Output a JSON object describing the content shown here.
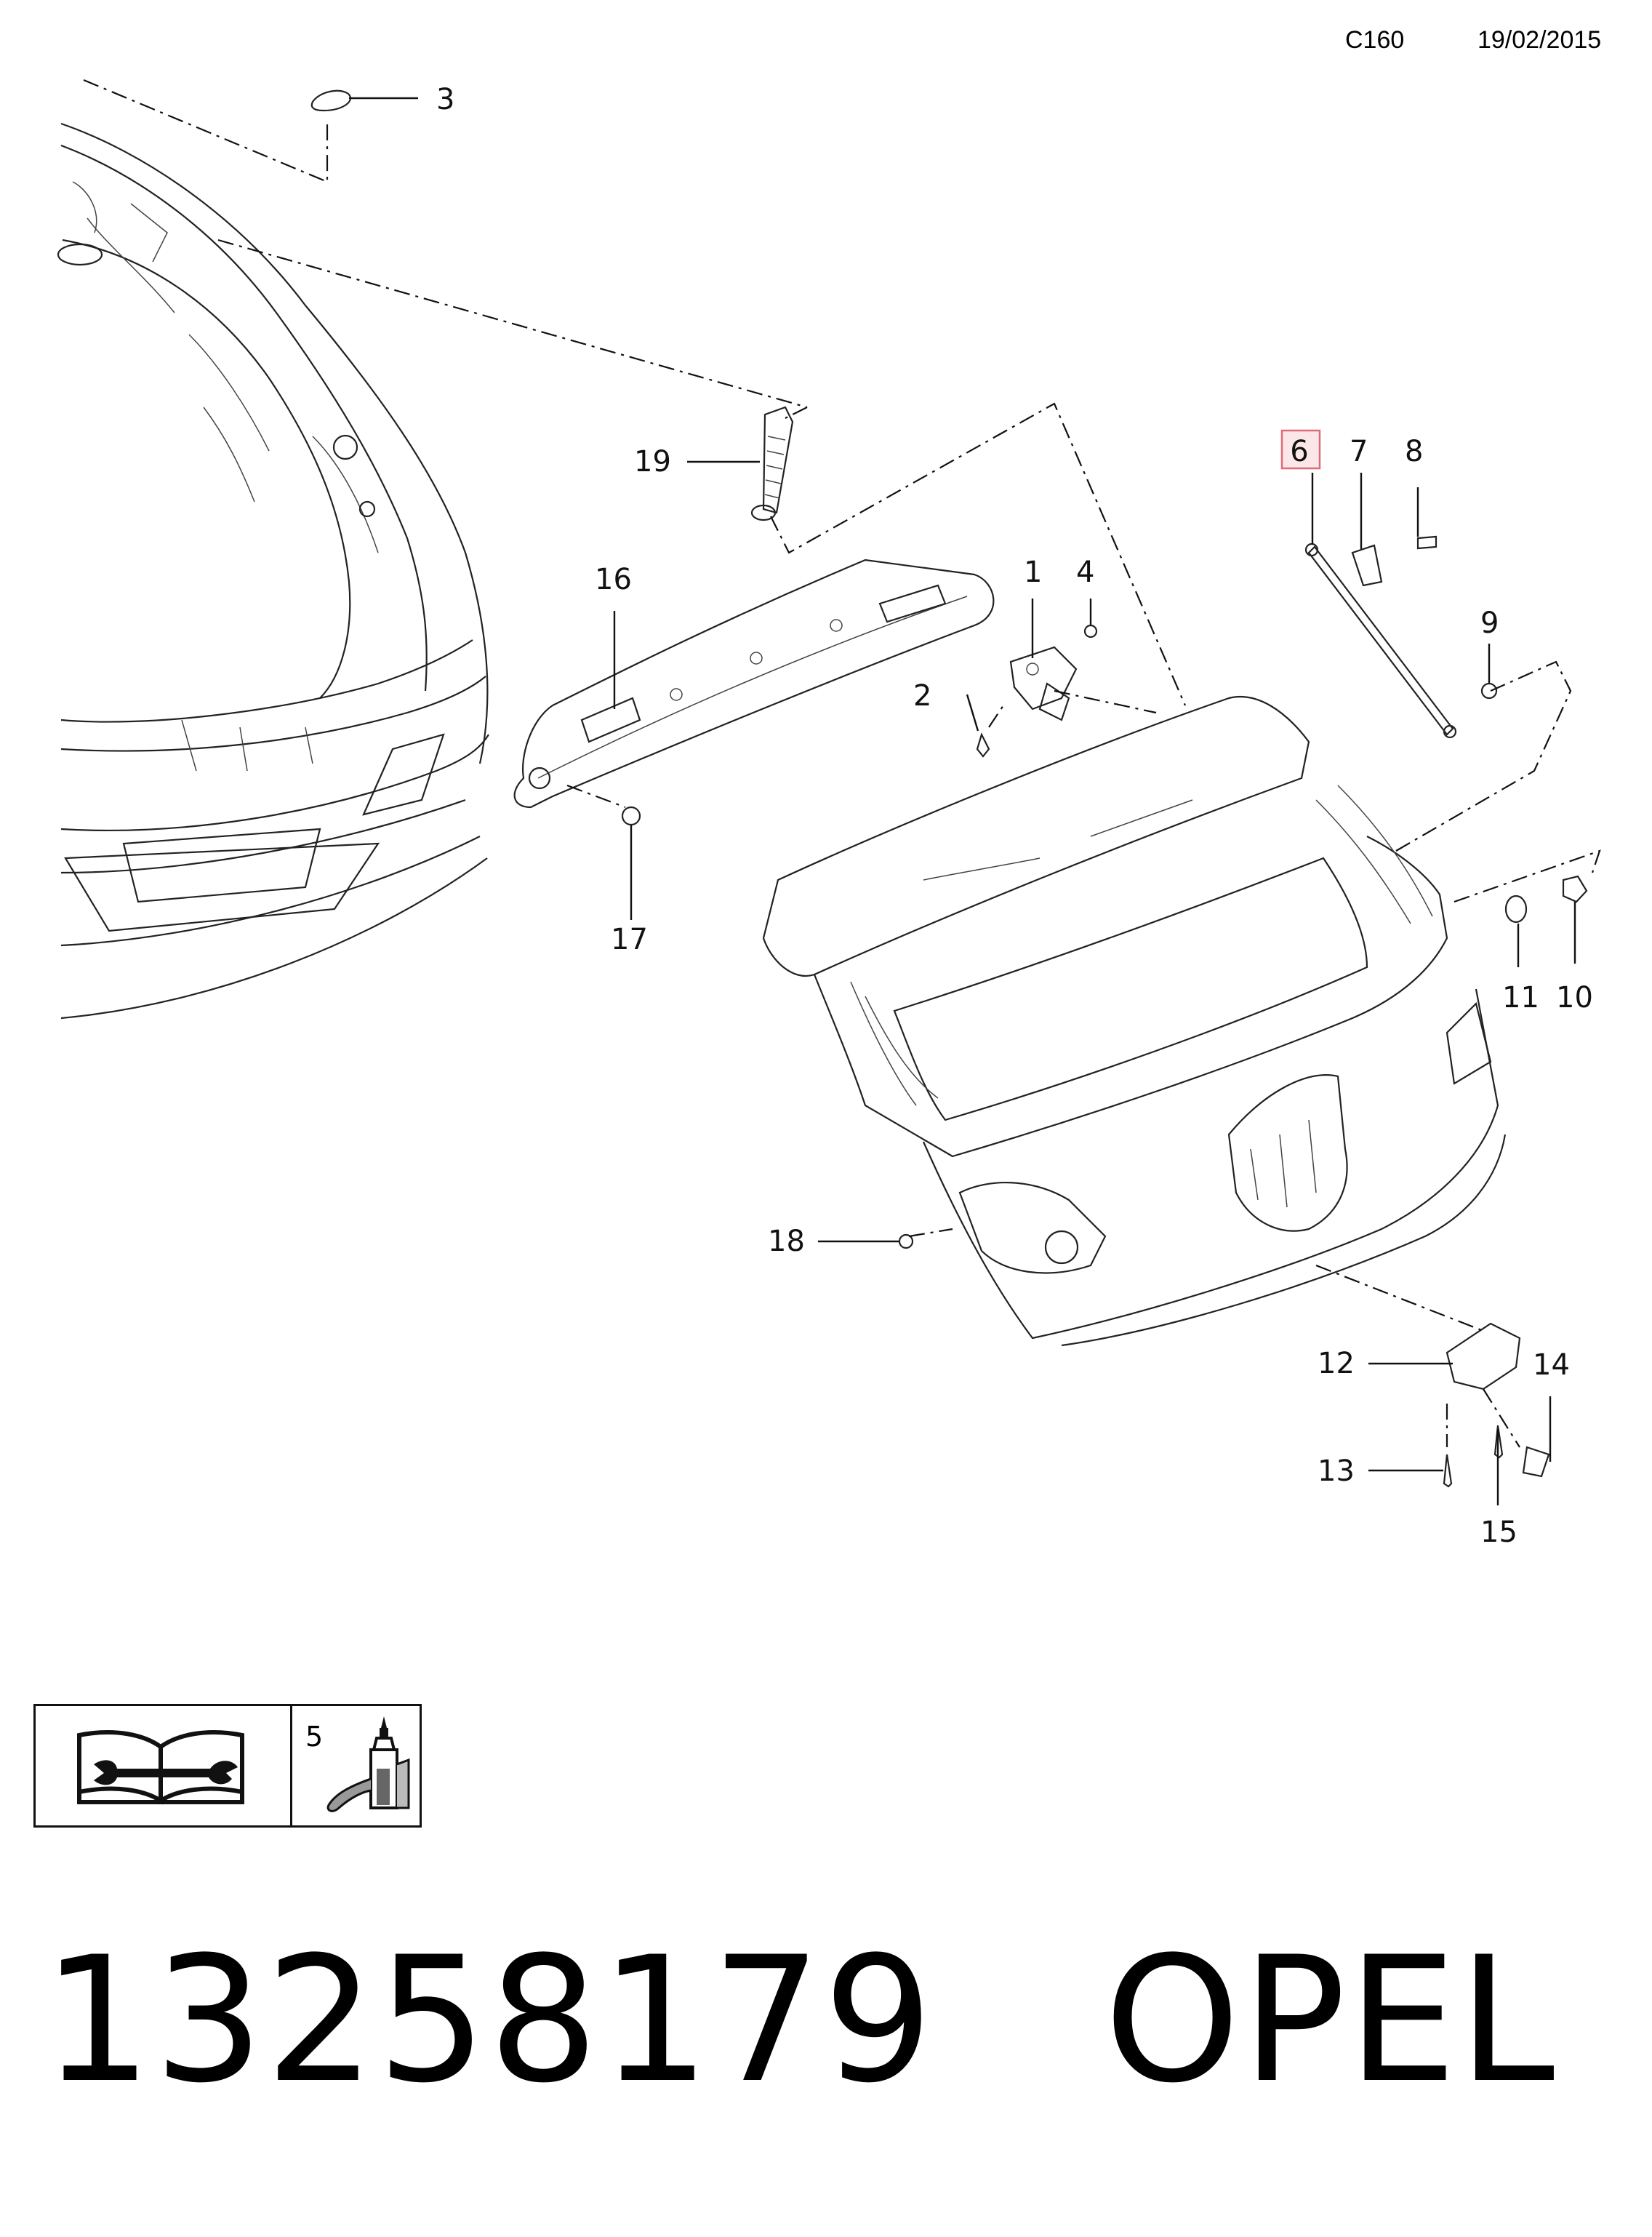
{
  "header": {
    "code": "C160",
    "date": "19/02/2015"
  },
  "callouts": {
    "n1": "1",
    "n2": "2",
    "n3": "3",
    "n4": "4",
    "n6": "6",
    "n7": "7",
    "n8": "8",
    "n9": "9",
    "n10": "10",
    "n11": "11",
    "n12": "12",
    "n13": "13",
    "n14": "14",
    "n15": "15",
    "n16": "16",
    "n17": "17",
    "n18": "18",
    "n19": "19"
  },
  "highlight": {
    "part": "6",
    "fill": "#fbe6e8",
    "stroke": "#e06a78"
  },
  "legend": {
    "glue_number": "5",
    "icons": [
      "service-manual-icon",
      "adhesive-bottle-icon"
    ]
  },
  "footer": {
    "part_number": "13258179",
    "brand": "OPEL"
  }
}
